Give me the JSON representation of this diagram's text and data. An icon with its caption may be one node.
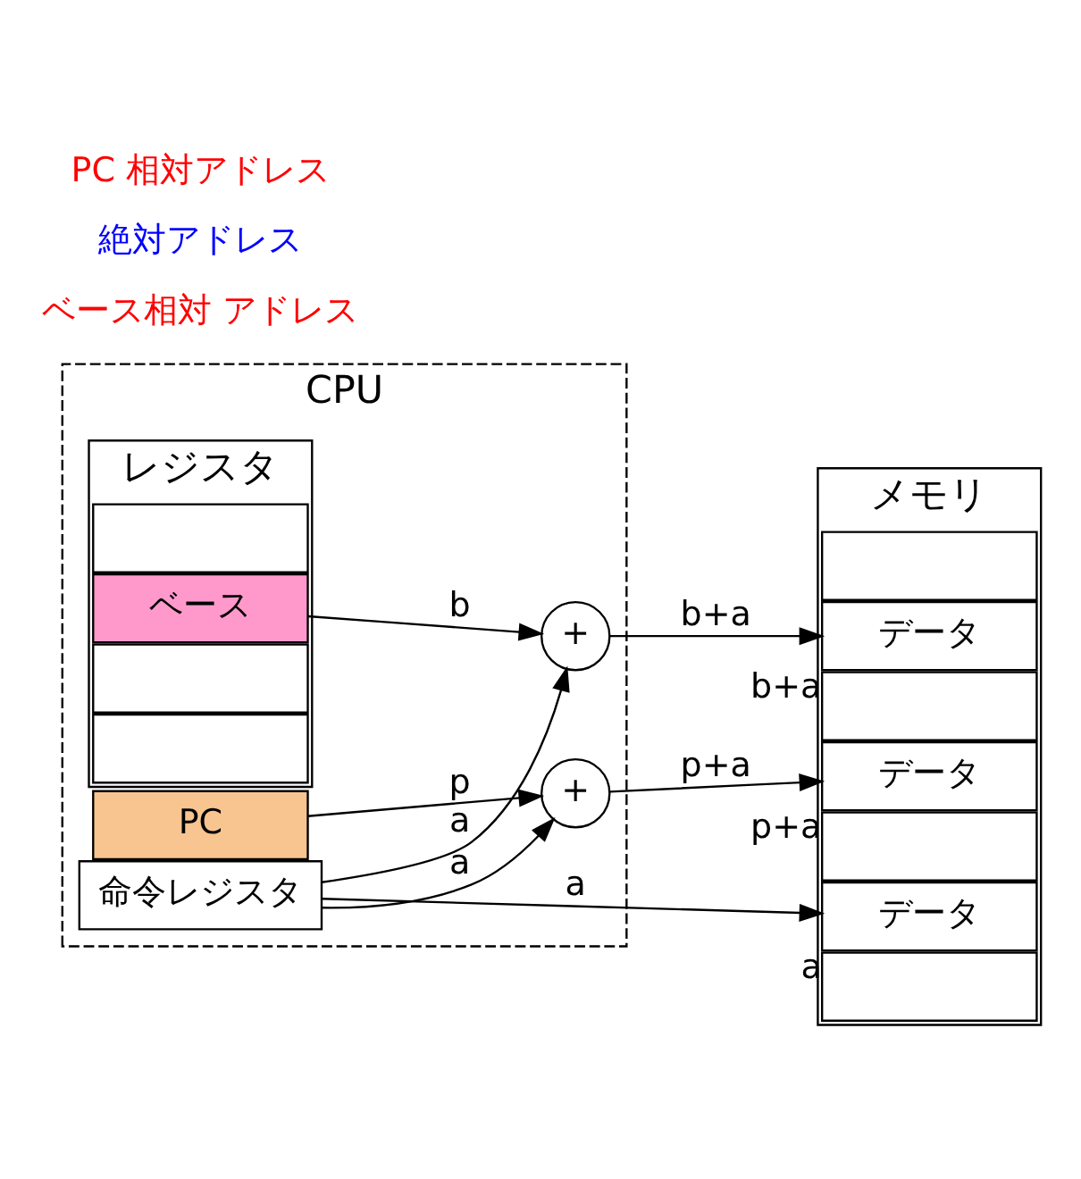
{
  "diagram": {
    "nodes": [
      {
        "text": [
          "CPU"
        ]
      },
      {
        "text": [
          "レジスタ"
        ],
        "in": 0
      },
      {
        "text": [],
        "shape": "box",
        "in": 1
      },
      {
        "text": [
          "ベース"
        ],
        "in": 1
      },
      {
        "text": [],
        "shape": "box",
        "in": 1
      },
      {
        "text": [],
        "shape": "box",
        "in": 1
      },
      {
        "text": [
          "PC"
        ],
        "in": 0
      },
      {
        "text": [
          "+"
        ],
        "in": 0
      },
      {
        "text": [
          "+"
        ],
        "in": 0
      },
      {
        "text": [
          "命令レジスタ"
        ],
        "in": 0
      },
      {
        "text": [
          "メモリ"
        ]
      },
      {
        "text": [],
        "shape": "box",
        "in": 10
      },
      {
        "text": [
          "データ"
        ],
        "in": 10,
        "beside": [
          "b+a"
        ]
      },
      {
        "text": [],
        "shape": "box",
        "in": 10
      },
      {
        "text": [
          "データ"
        ],
        "in": 10,
        "beside": [
          "a"
        ]
      },
      {
        "text": [],
        "shape": "box",
        "in": 10
      },
      {
        "text": [
          "データ"
        ],
        "in": 10,
        "beside": [
          "p+a"
        ]
      },
      {
        "text": [],
        "shape": "box",
        "in": 10
      }
    ],
    "edges": [
      {
        "from": 3,
        "to": 7,
        "arrow": "to",
        "label": "b"
      },
      {
        "from": 9,
        "to": 7,
        "arrow": "to",
        "label": "a"
      },
      {
        "from": 6,
        "to": 8,
        "arrow": "to",
        "label": "p"
      },
      {
        "from": 9,
        "to": 8,
        "arrow": "to",
        "label": "a"
      },
      {
        "from": 7,
        "to": 12,
        "arrow": "to",
        "label": "b+a"
      },
      {
        "from": 9,
        "to": 14,
        "arrow": "to",
        "label": "a"
      },
      {
        "from": 8,
        "to": 16,
        "arrow": "to",
        "label": "p+a"
      }
    ],
    "labels": [
      "ベース相対 アドレス",
      "絶対アドレス",
      "PC 相対アドレス"
    ]
  }
}
